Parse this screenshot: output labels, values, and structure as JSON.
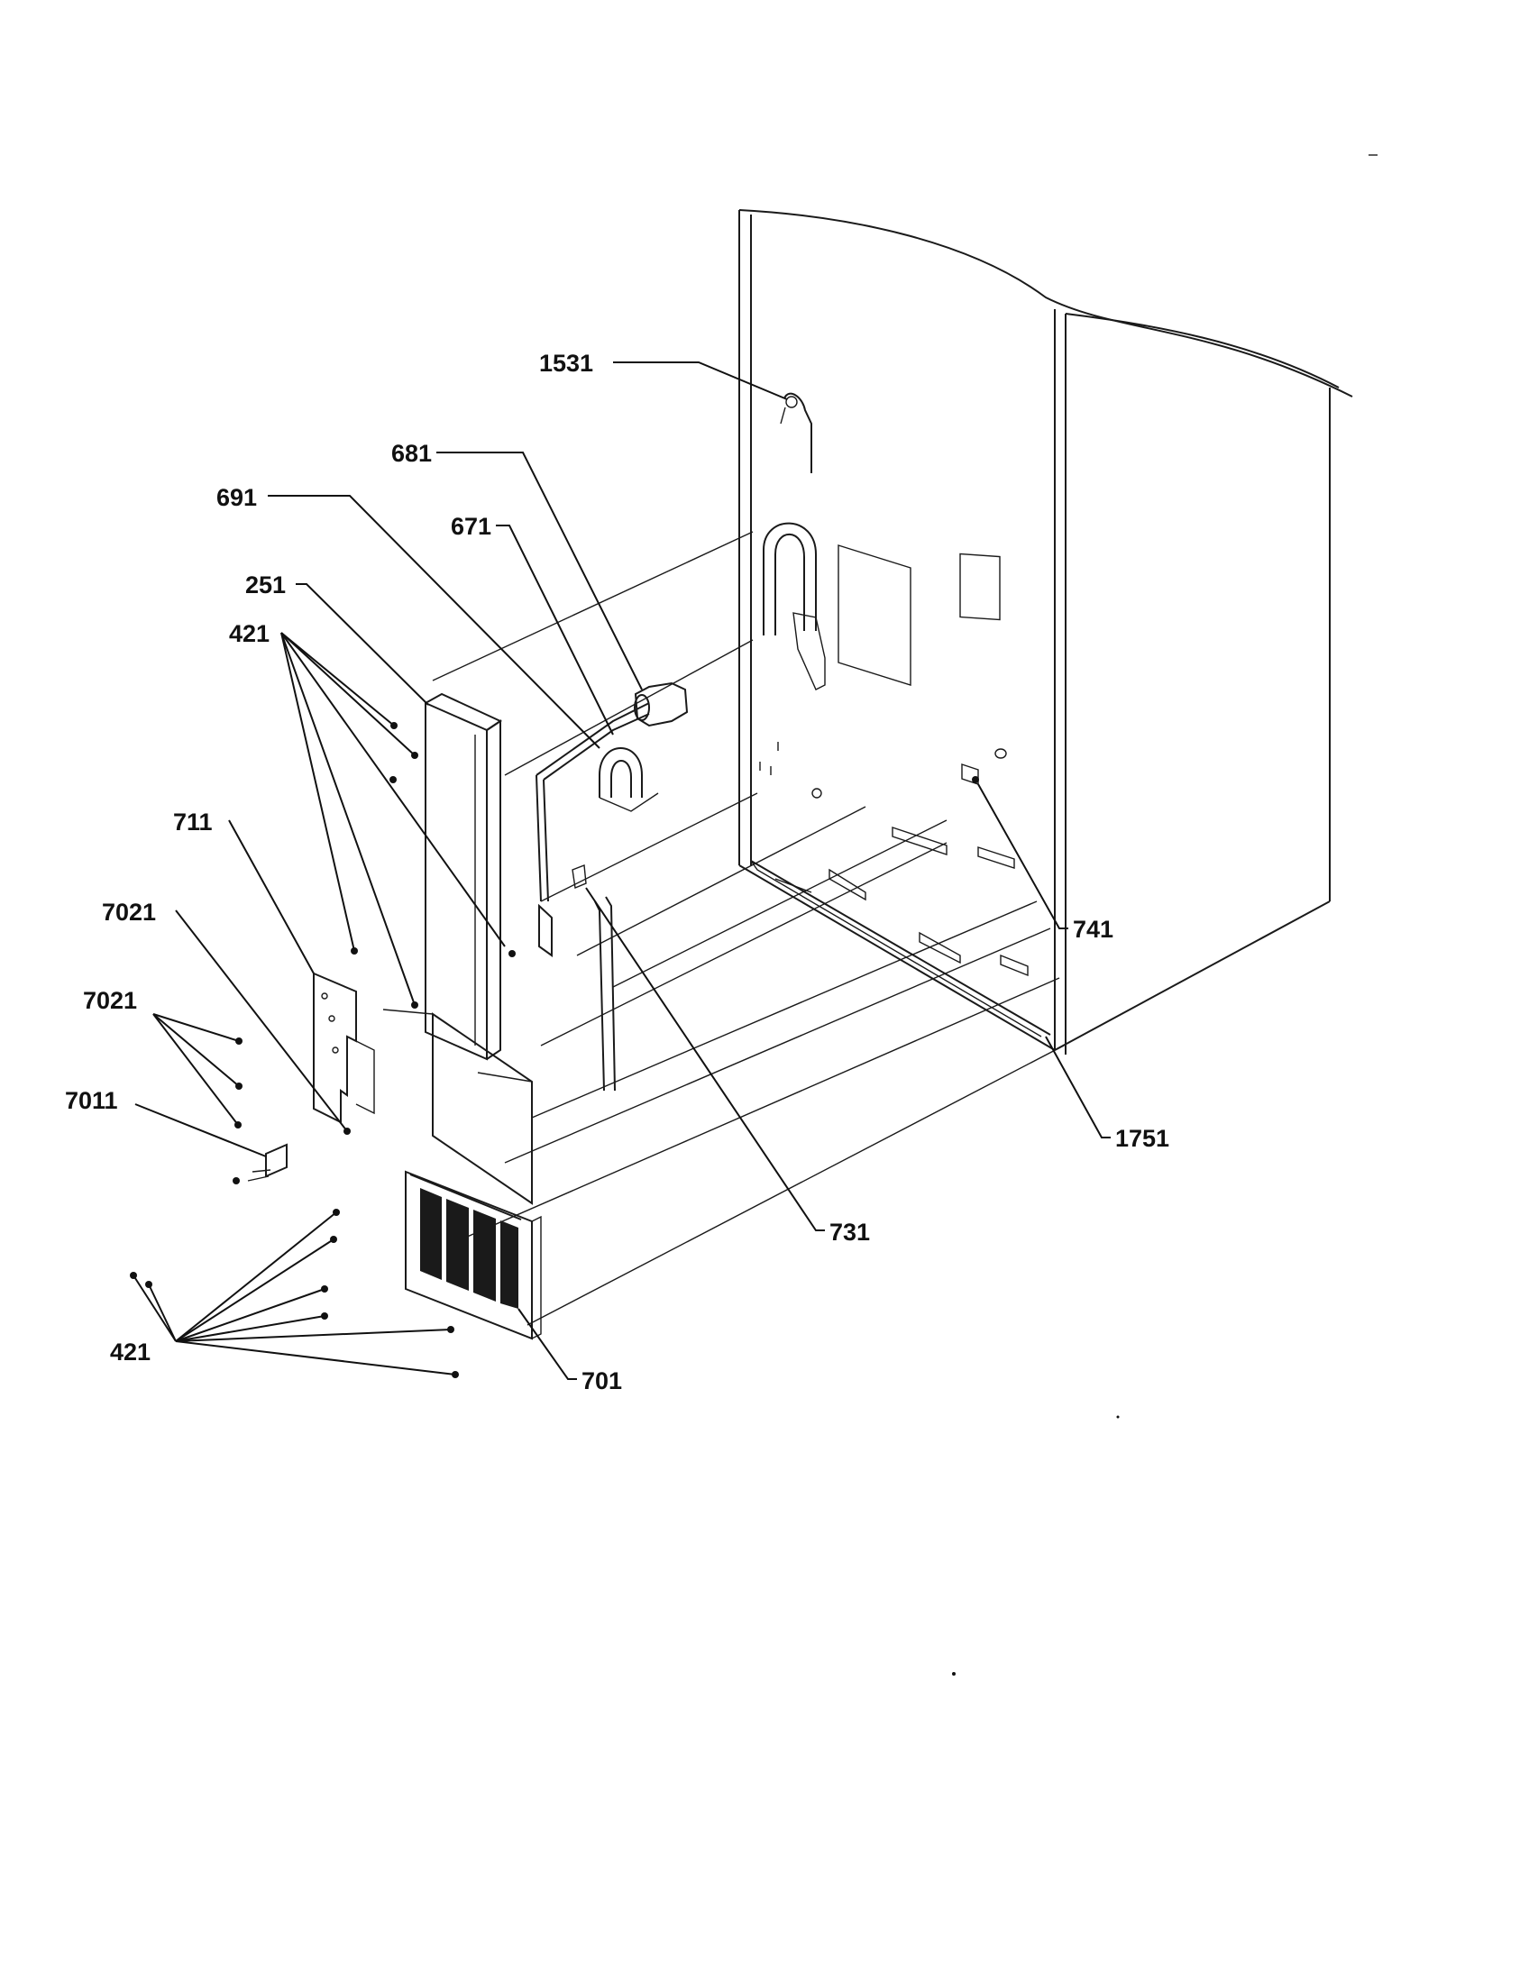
{
  "diagram": {
    "labels": {
      "l1531": "1531",
      "l681": "681",
      "l691": "691",
      "l671": "671",
      "l251": "251",
      "l421_top": "421",
      "l711": "711",
      "l7021_a": "7021",
      "l7021_b": "7021",
      "l7011": "7011",
      "l741": "741",
      "l1751": "1751",
      "l731": "731",
      "l421_bottom": "421",
      "l701": "701"
    }
  }
}
